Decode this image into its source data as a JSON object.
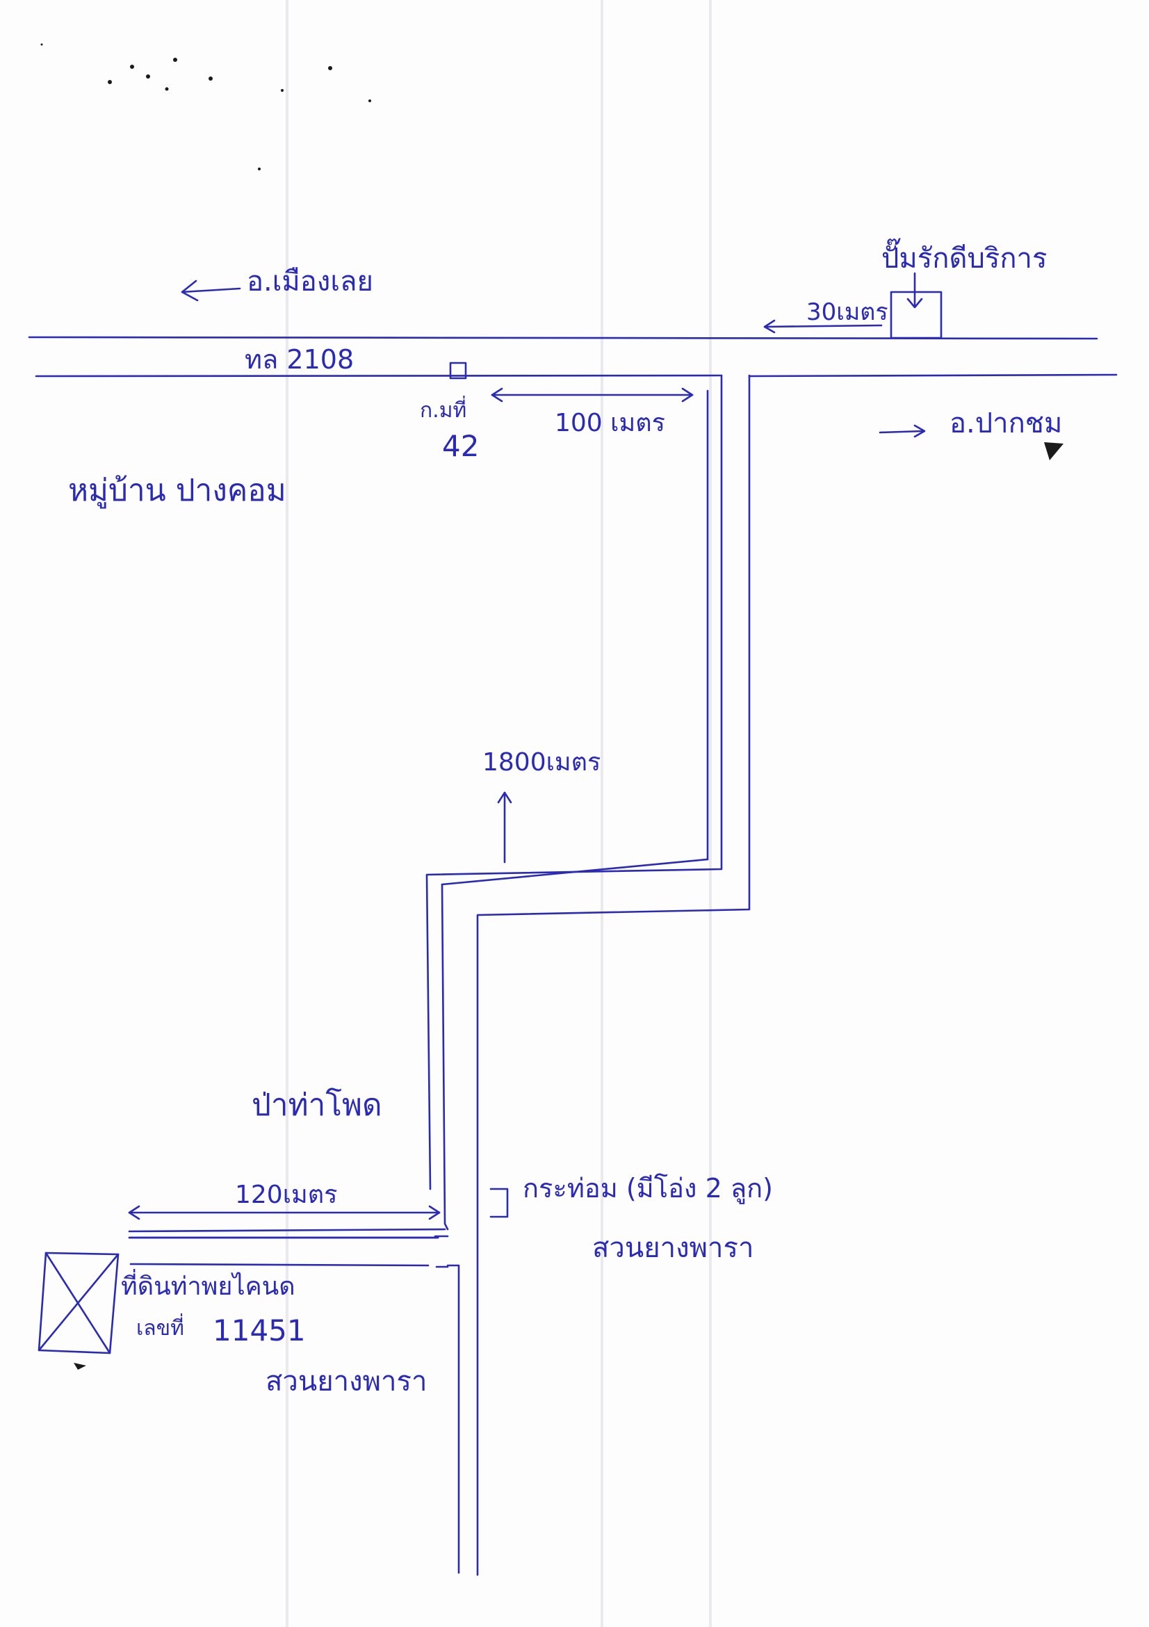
{
  "labels": {
    "to_muang_loei": "อ.เมืองเลย",
    "gas_station": "ปั๊มรักดีบริการ",
    "dist_30": "30เมตร",
    "highway": "ทล 2108",
    "km_marker": "ก.มที่",
    "km_number": "42",
    "dist_100": "100 เมตร",
    "to_pak_chom": "อ.ปากชม",
    "village": "หมู่บ้าน ปางคอม",
    "dist_1800": "1800เมตร",
    "forest": "ป่าท่าโพด",
    "dist_120": "120เมตร",
    "culvert": "กระท่อม (มีโอ่ง 2 ลูก)",
    "rubber_right": "สวนยางพารา",
    "site": "ที่ดินท่าพยไคนด",
    "site_no_label": "เลขที่",
    "site_no": "11451",
    "rubber_left": "สวนยางพารา"
  },
  "colors": {
    "ink": "#2a2ab8",
    "paper": "#fdfdfd",
    "fold": "#e9e9ee"
  }
}
